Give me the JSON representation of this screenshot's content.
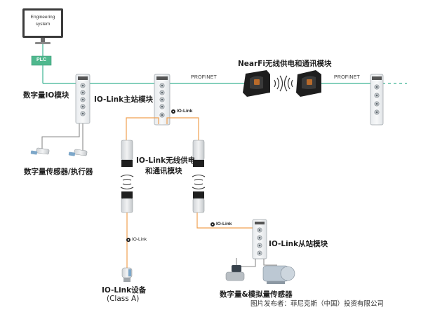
{
  "monitor": {
    "line1": "Engineering",
    "line2": "system"
  },
  "plc": {
    "label": "PLC"
  },
  "network": {
    "profinet_left": "PROFINET",
    "profinet_right": "PROFINET"
  },
  "nearfi": {
    "title": "NearFi无线供电和通讯模块"
  },
  "labels": {
    "digital_io": "数字量IO模块",
    "io_link_master": "IO-Link主站模块",
    "digital_sensors": "数字量传感器/执行器",
    "wireless_line1": "IO-Link无线供电",
    "wireless_line2": "和通讯模块",
    "io_link_slave": "IO-Link从站模块",
    "device_line1": "IO-Link设备",
    "device_line2": "(Class A)",
    "digital_analog_sensors": "数字量&模拟量传感器"
  },
  "io_link_marks": {
    "master": "IO-Link",
    "device": "IO-Link",
    "slave": "IO-Link"
  },
  "watermark": "图片发布者：菲尼克斯（中国）投资有限公司",
  "colors": {
    "profinet_line": "#3cb393",
    "io_link_line": "#f0a050",
    "plc_box": "#4fb88e",
    "sensor_cable": "#8a8a8a"
  }
}
